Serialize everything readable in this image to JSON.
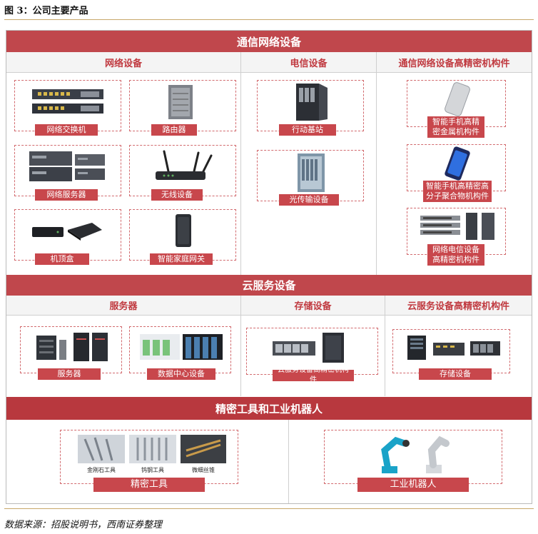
{
  "figure_title": "图 3：公司主要产品",
  "source": "数据来源：招股说明书，西南证券整理",
  "sections": {
    "telecom": {
      "title": "通信网络设备",
      "columns": [
        "网络设备",
        "电信设备",
        "通信网络设备高精密机构件"
      ],
      "network_items": [
        "网络交换机",
        "路由器",
        "网络服务器",
        "无线设备",
        "机顶盒",
        "智能家庭网关"
      ],
      "telecom_items": [
        "行动基站",
        "光传输设备"
      ],
      "precision_items": [
        "智能手机高精\n密金属机构件",
        "智能手机高精密高\n分子聚合物机构件",
        "网络电信设备\n高精密机构件"
      ]
    },
    "cloud": {
      "title": "云服务设备",
      "columns": [
        "服务器",
        "存储设备",
        "云服务设备高精密机构件"
      ],
      "server_items": [
        "服务器",
        "数据中心设备"
      ],
      "storage_items": [
        "云服务设备高精密机构件"
      ],
      "precision_items": [
        "存储设备"
      ]
    },
    "tools": {
      "title": "精密工具和工业机器人",
      "tool_captions": [
        "金刚石工具",
        "钨钢工具",
        "微细丝锥"
      ],
      "items": [
        "精密工具",
        "工业机器人"
      ]
    }
  },
  "colors": {
    "band": "#c0474c",
    "header_text": "#c0393f",
    "dashed": "#d26a6e"
  }
}
